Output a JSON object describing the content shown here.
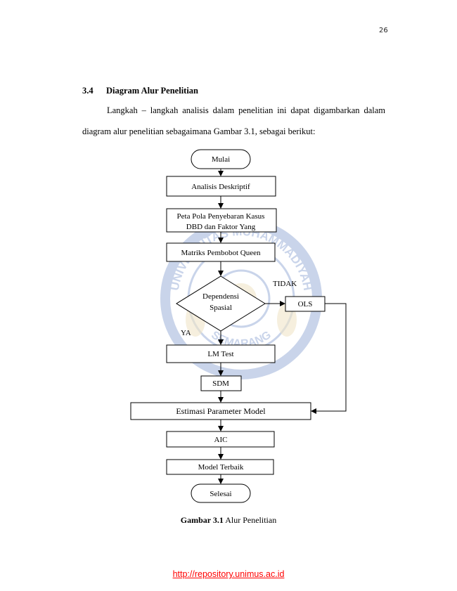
{
  "page": {
    "number": "26",
    "section_number": "3.4",
    "section_title": "Diagram Alur Penelitian",
    "paragraph_line1": "Langkah – langkah analisis dalam penelitian ini dapat digambarkan dalam",
    "paragraph_line2": "diagram alur penelitian sebagaimana Gambar 3.1, sebagai berikut:",
    "caption_label": "Gambar  3.1",
    "caption_text": " Alur Penelitian",
    "footer_link": "http://repository.unimus.ac.id"
  },
  "watermark": {
    "text_top": "UNIVERSITAS MUHAMMADIYAH",
    "text_bottom": "SEMARANG"
  },
  "flowchart": {
    "start": "Mulai",
    "step1": "Analisis Deskriptif",
    "step2_line1": "Peta Pola Penyebaran Kasus",
    "step2_line2": "DBD dan Faktor Yang",
    "step3": "Matriks Pembobot Queen",
    "decision_line1": "Dependensi",
    "decision_line2": "Spasial",
    "label_no": "TIDAK",
    "label_yes": "YA",
    "ols": "OLS",
    "step4": "LM Test",
    "sdm": "SDM",
    "step5": "Estimasi Parameter Model",
    "aic": "AIC",
    "step6": "Model Terbaik",
    "end": "Selesai"
  },
  "colors": {
    "watermark_blue": "#3f67b5",
    "watermark_gold": "#c9a33a",
    "link_red": "#ff0000"
  }
}
